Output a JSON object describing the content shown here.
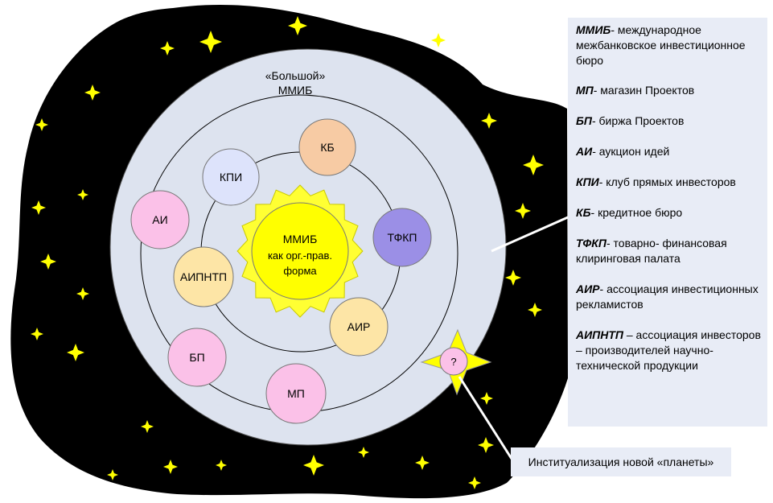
{
  "outer_label": {
    "line1": "«Большой»",
    "line2": "ММИБ"
  },
  "center": {
    "line1": "ММИБ",
    "line2": "как орг.-прав.",
    "line3": "форма"
  },
  "planets": {
    "kb": "КБ",
    "kpi": "КПИ",
    "ai": "АИ",
    "tfkp": "ТФКП",
    "aipntp": "АИПНТП",
    "air": "АИР",
    "bp": "БП",
    "mp": "МП",
    "unknown": "?"
  },
  "legend": [
    {
      "abbr": "ММИБ",
      "text": "- международное межбанковское инвестиционное бюро"
    },
    {
      "abbr": "МП",
      "text": "- магазин Проектов"
    },
    {
      "abbr": "БП",
      "text": "- биржа Проектов"
    },
    {
      "abbr": "АИ",
      "text": "- аукцион идей"
    },
    {
      "abbr": "КПИ",
      "text": "- клуб прямых инвесторов"
    },
    {
      "abbr": "КБ",
      "text": "- кредитное бюро"
    },
    {
      "abbr": "ТФКП",
      "text": "- товарно- финансовая клиринговая палата"
    },
    {
      "abbr": "АИР",
      "text": "- ассоциация инвестиционных рекламистов"
    },
    {
      "abbr": "АИПНТП",
      "text": " – ассоциация инвесторов – производителей научно-технической продукции"
    }
  ],
  "caption": "Институализация новой «планеты»",
  "colors": {
    "space": "#000000",
    "big_circle": "#dde3ef",
    "star": "#ffff00",
    "sun": "#ffff33",
    "kb": "#f7cba4",
    "kpi": "#dde3fb",
    "ai": "#fbc1e8",
    "tfkp": "#9b8fe6",
    "aipntp": "#fde5a6",
    "air": "#fde5a6",
    "bp": "#fbc1e8",
    "mp": "#fbc1e8",
    "unknown": "#fbc1e8",
    "legend_bg": "#e8ecf6"
  }
}
